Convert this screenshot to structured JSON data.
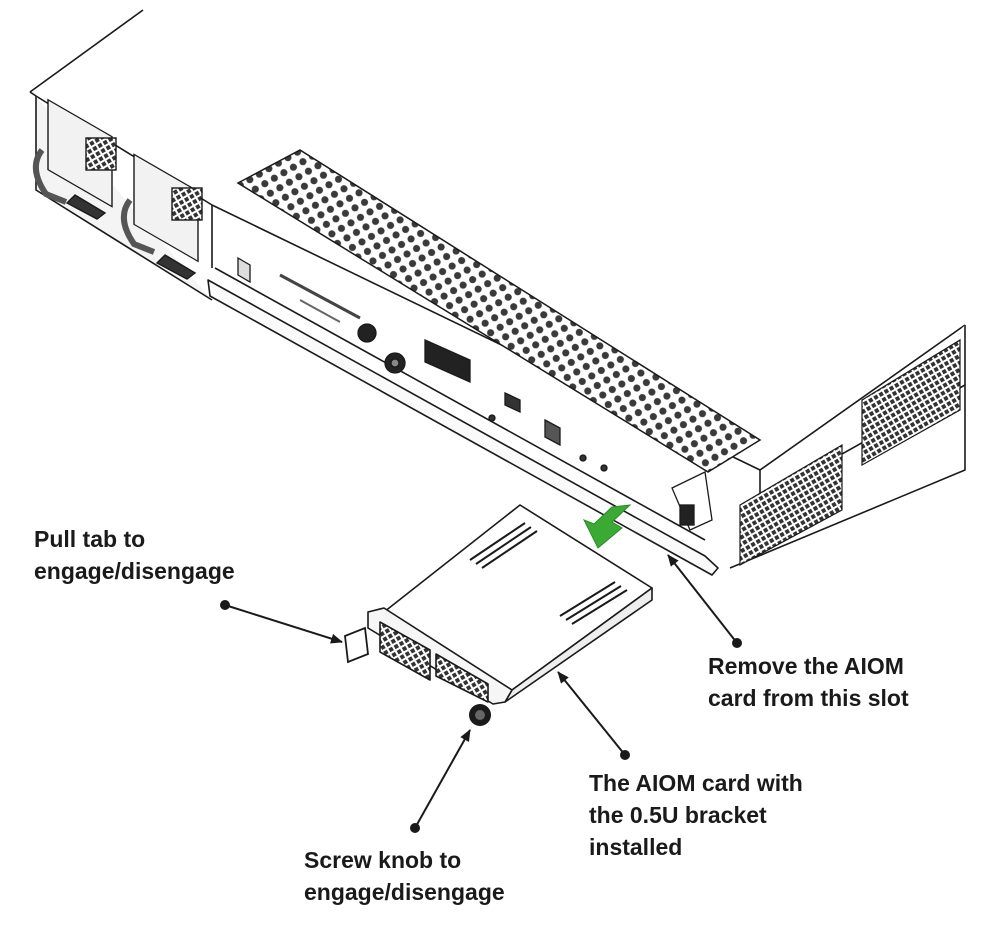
{
  "figure": {
    "title": "Removing the AIOM card with the 0.5U bracket",
    "arrow_color": "#3aaa35",
    "line_color": "#222222"
  },
  "callouts": {
    "pull_tab": {
      "line1": "Pull tab to",
      "line2": "engage/disengage"
    },
    "remove_slot": {
      "line1": "Remove the AIOM",
      "line2": "card from this slot"
    },
    "aiom_card": {
      "line1": "The AIOM card with",
      "line2": "the 0.5U bracket",
      "line3": "installed"
    },
    "screw_knob": {
      "line1": "Screw knob to",
      "line2": "engage/disengage"
    }
  }
}
